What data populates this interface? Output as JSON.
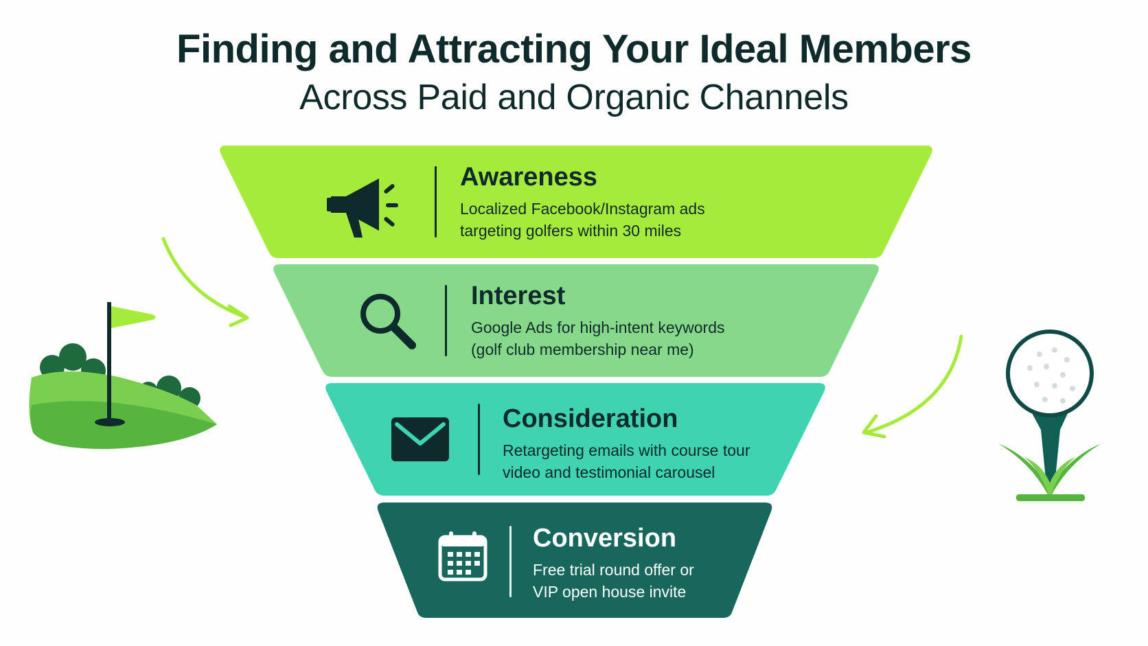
{
  "title": {
    "main": "Finding and Attracting Your Ideal Members",
    "sub": "Across Paid and Organic Channels"
  },
  "stages": [
    {
      "heading": "Awareness",
      "desc_line1": "Localized Facebook/Instagram ads",
      "desc_line2": "targeting golfers within 30 miles",
      "icon": "megaphone-icon",
      "color": "#a6ea3c"
    },
    {
      "heading": "Interest",
      "desc_line1": "Google Ads for high-intent keywords",
      "desc_line2": "(golf club membership near me)",
      "icon": "magnifying-glass-icon",
      "color": "#86d98a"
    },
    {
      "heading": "Consideration",
      "desc_line1": "Retargeting emails with course tour",
      "desc_line2": "video and testimonial carousel",
      "icon": "envelope-icon",
      "color": "#3fd3b2"
    },
    {
      "heading": "Conversion",
      "desc_line1": "Free trial round offer or",
      "desc_line2": "VIP open house invite",
      "icon": "calendar-icon",
      "color": "#17675d"
    }
  ],
  "decorations": {
    "left": "golf-flag-green-icon",
    "right": "golf-ball-on-tee-icon",
    "arrows": [
      "curved-arrow-left",
      "curved-arrow-right"
    ]
  }
}
